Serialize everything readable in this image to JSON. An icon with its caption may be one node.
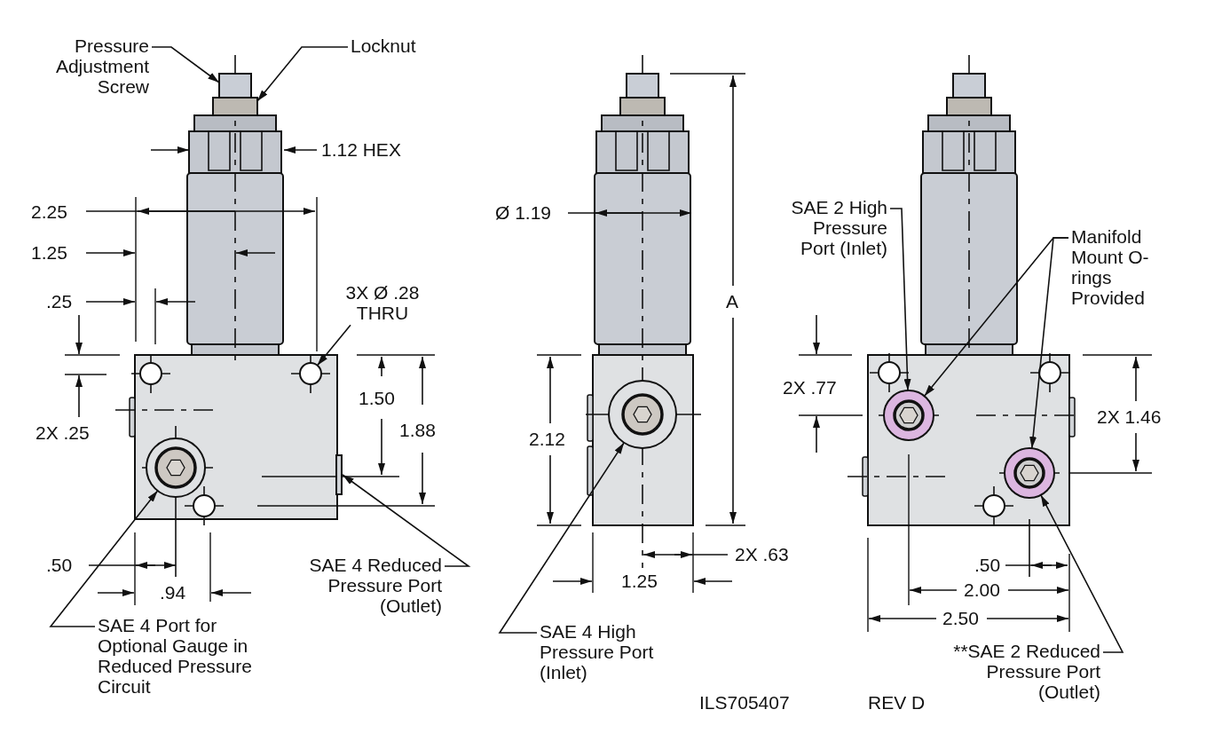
{
  "diagram": {
    "nodes": [
      {
        "text": [
          "Pressure Adjustment Screw"
        ]
      },
      {
        "text": [],
        "shape": "box"
      },
      {
        "text": [
          "Locknut"
        ]
      },
      {
        "text": [],
        "shape": "box"
      },
      {
        "text": [
          "3X Ø .28 THRU"
        ]
      },
      {
        "text": [],
        "shape": "circle"
      },
      {
        "text": [
          "SAE 4 Port for Optional Gauge in Reduced Pressure Circuit"
        ]
      },
      {
        "text": [],
        "shape": "circle"
      },
      {
        "text": [
          "SAE 4 Reduced Pressure Port (Outlet)"
        ]
      },
      {
        "text": [],
        "shape": "box"
      },
      {
        "text": [
          "SAE 4 High Pressure Port (Inlet)"
        ]
      },
      {
        "text": [],
        "shape": "circle"
      },
      {
        "text": [
          "SAE 2 High Pressure Port (Inlet)"
        ]
      },
      {
        "text": [],
        "shape": "circle"
      },
      {
        "text": [],
        "shape": "circle"
      },
      {
        "text": [
          "Manifold Mount O-rings Provided"
        ]
      },
      {
        "text": [
          "**SAE 2 Reduced Pressure Port (Outlet)"
        ]
      },
      {
        "text": [],
        "shape": "box"
      },
      {
        "text": [],
        "shape": "box"
      },
      {
        "text": [],
        "shape": "box"
      },
      {
        "text": [],
        "shape": "box"
      },
      {
        "text": [],
        "shape": "circle"
      },
      {
        "text": [],
        "shape": "circle"
      },
      {
        "text": [],
        "shape": "circle"
      },
      {
        "text": [],
        "shape": "circle"
      },
      {
        "text": [],
        "shape": "circle"
      }
    ],
    "edges": [
      {
        "from": 0,
        "to": 1,
        "arrow": "to"
      },
      {
        "from": 2,
        "to": 3,
        "arrow": "to"
      },
      {
        "from": 4,
        "to": 5,
        "arrow": "to"
      },
      {
        "from": 6,
        "to": 7,
        "arrow": "to"
      },
      {
        "from": 8,
        "to": 9,
        "arrow": "to"
      },
      {
        "from": 10,
        "to": 11,
        "arrow": "to"
      },
      {
        "from": 12,
        "to": 13,
        "arrow": "to"
      },
      {
        "from": 15,
        "to": 13,
        "arrow": "to"
      },
      {
        "from": 15,
        "to": 14,
        "arrow": "to"
      },
      {
        "from": 16,
        "to": 14,
        "arrow": "to"
      }
    ],
    "labels": [
      "1.12 HEX",
      "2.25",
      "1.25",
      ".25",
      "2X .25",
      "1.50",
      "1.88",
      ".50",
      ".94",
      "Ø 1.19",
      "A",
      "2.12",
      "2X .63",
      "1.25",
      "2X .77",
      "2X 1.46",
      ".50",
      "2.00",
      "2.50",
      "ILS705407",
      "REV D"
    ]
  }
}
